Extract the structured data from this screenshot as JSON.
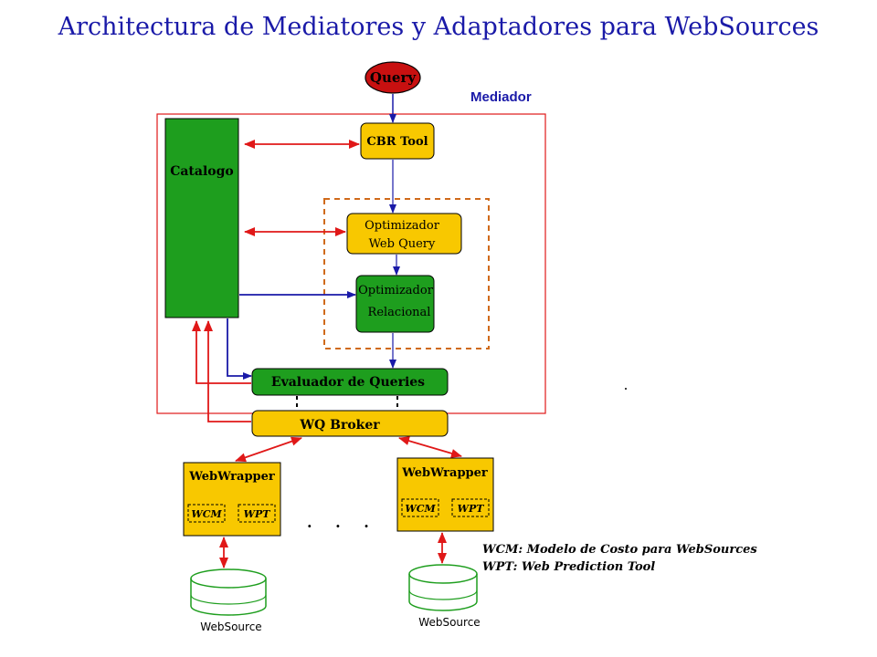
{
  "title": "Architectura de Mediatores y Adaptadores para WebSources",
  "colors": {
    "title": "#1a1aa8",
    "red": "#e01818",
    "blue": "#1a1aa8",
    "green": "#1e9e1e",
    "yellow": "#f8c800",
    "orange": "#d06a1a",
    "query_fill": "#c81010"
  },
  "nodes": {
    "query": "Query",
    "mediator": "Mediador",
    "catalog": "Catalogo",
    "cbr_tool": "CBR Tool",
    "web_query_optimizer": [
      "Optimizador",
      "Web Query"
    ],
    "relational_optimizer": [
      "Optimizador",
      "Relacional"
    ],
    "query_evaluator": "Evaluador de Queries",
    "wq_broker": "WQ Broker",
    "wrappers": [
      {
        "label": "WebWrapper",
        "wcm": "WCM",
        "wpt": "WPT"
      },
      {
        "label": "WebWrapper",
        "wcm": "WCM",
        "wpt": "WPT"
      }
    ],
    "ellipsis": ". . .",
    "sources": [
      "WebSource",
      "WebSource"
    ]
  },
  "legend": [
    "WCM: Modelo de Costo para WebSources",
    "WPT: Web Prediction Tool"
  ]
}
